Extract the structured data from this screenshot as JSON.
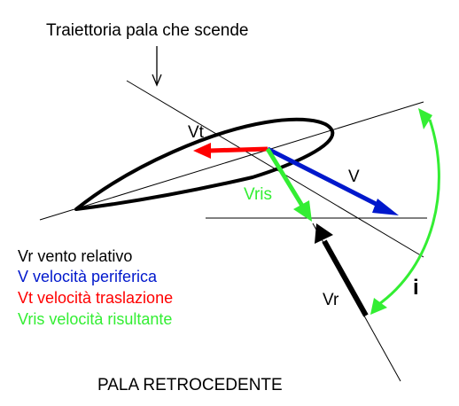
{
  "diagram": {
    "title": "Traiettoria pala che scende",
    "caption": "PALA RETROCEDENTE",
    "colors": {
      "black": "#000000",
      "blue": "#0018cc",
      "red": "#ff0000",
      "green": "#33ee33"
    },
    "vectors": {
      "vt": "Vt",
      "v": "V",
      "vris": "Vris",
      "vr": "Vr",
      "angle": "i"
    },
    "legend": [
      {
        "text": "Vr vento relativo",
        "color": "#000000"
      },
      {
        "text": "V velocità periferica",
        "color": "#0018cc"
      },
      {
        "text": "Vt velocità traslazione",
        "color": "#ff0000"
      },
      {
        "text": "Vris velocità risultante",
        "color": "#33ee33"
      }
    ]
  }
}
